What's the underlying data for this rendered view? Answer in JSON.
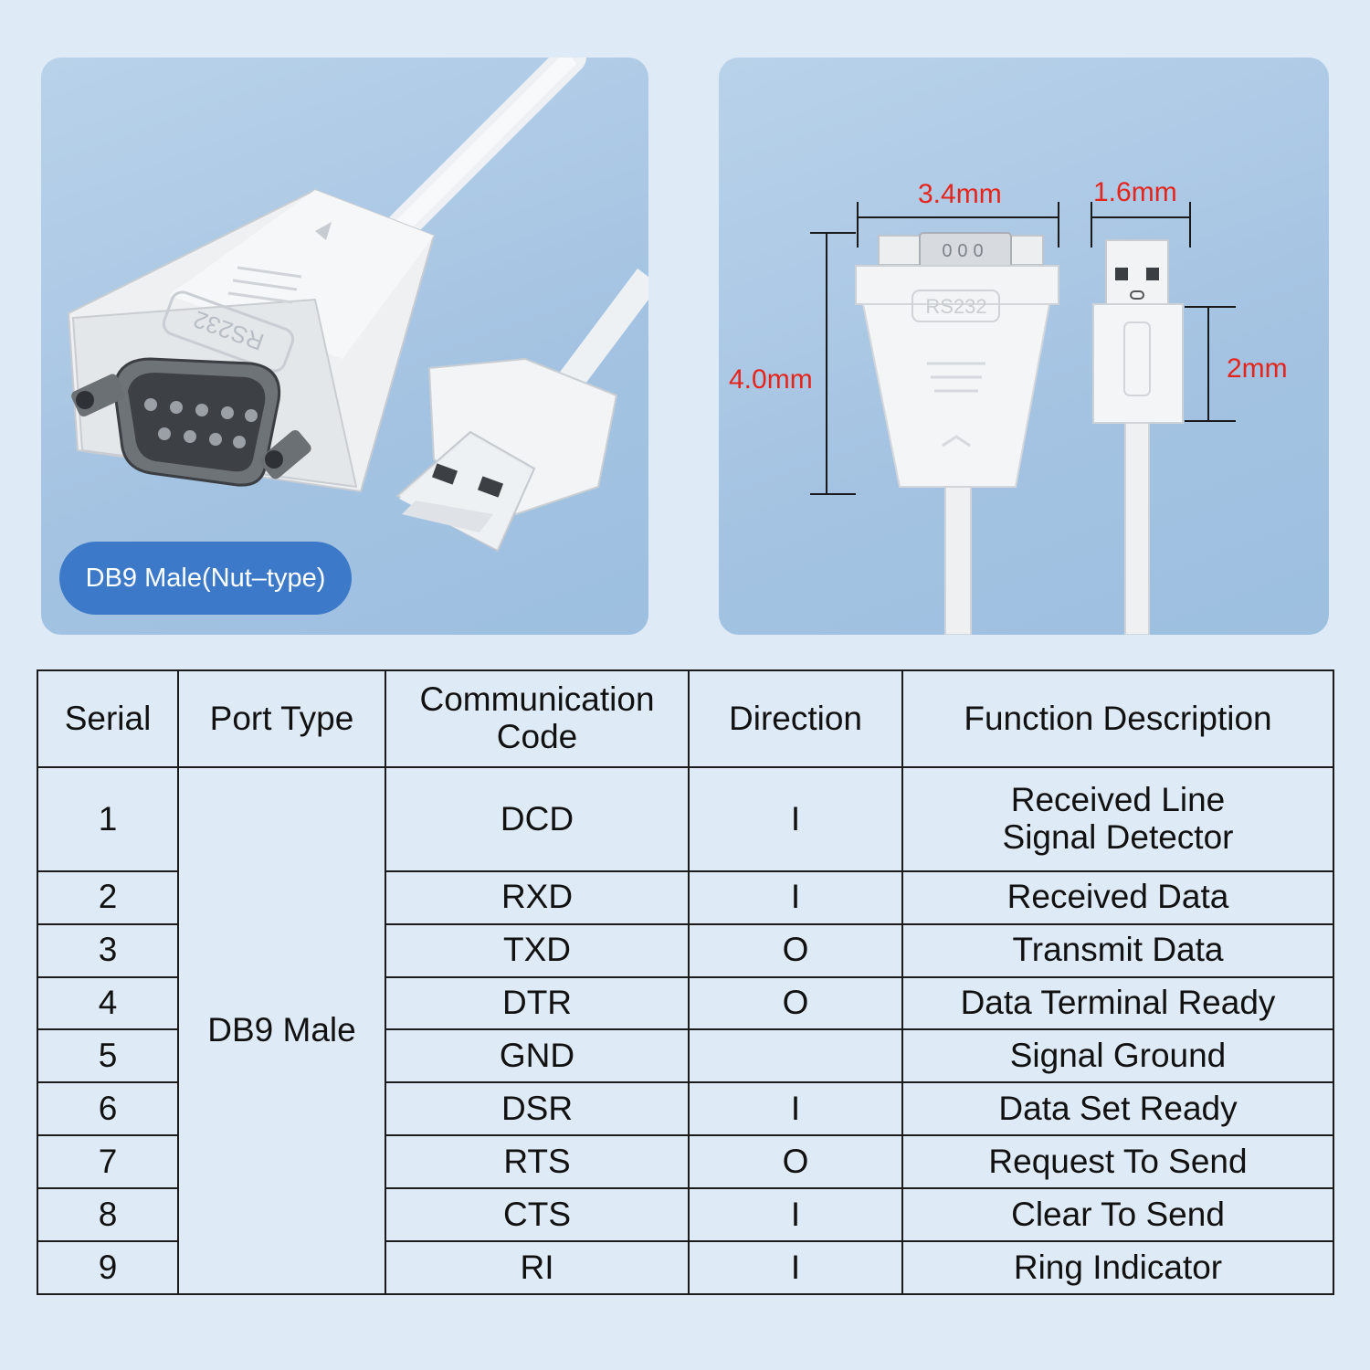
{
  "left_panel": {
    "badge": "DB9 Male(Nut–type)",
    "connector_emboss": "RS232"
  },
  "right_panel": {
    "connector_emboss": "RS232",
    "dimensions": {
      "db9_width": "3.4mm",
      "usb_width": "1.6mm",
      "db9_height": "4.0mm",
      "usb_height": "2mm"
    },
    "dimension_color": "#e5241c"
  },
  "table": {
    "headers": {
      "serial": "Serial",
      "port_type": "Port Type",
      "code_line1": "Communication",
      "code_line2": "Code",
      "direction": "Direction",
      "function": "Function Description"
    },
    "port_type": "DB9 Male",
    "rows": [
      {
        "serial": "1",
        "code": "DCD",
        "direction": "I",
        "desc1": "Received Line",
        "desc2": "Signal Detector"
      },
      {
        "serial": "2",
        "code": "RXD",
        "direction": "I",
        "desc1": "Received Data"
      },
      {
        "serial": "3",
        "code": "TXD",
        "direction": "O",
        "desc1": "Transmit Data"
      },
      {
        "serial": "4",
        "code": "DTR",
        "direction": "O",
        "desc1": "Data Terminal Ready"
      },
      {
        "serial": "5",
        "code": "GND",
        "direction": "",
        "desc1": "Signal Ground"
      },
      {
        "serial": "6",
        "code": "DSR",
        "direction": "I",
        "desc1": "Data Set Ready"
      },
      {
        "serial": "7",
        "code": "RTS",
        "direction": "O",
        "desc1": "Request To Send"
      },
      {
        "serial": "8",
        "code": "CTS",
        "direction": "I",
        "desc1": "Clear To Send"
      },
      {
        "serial": "9",
        "code": "RI",
        "direction": "I",
        "desc1": "Ring Indicator"
      }
    ]
  },
  "colors": {
    "background": "#deeaf6",
    "panel": "#a4c3e2",
    "badge": "#3d79c9",
    "border": "#1b1b1b"
  }
}
